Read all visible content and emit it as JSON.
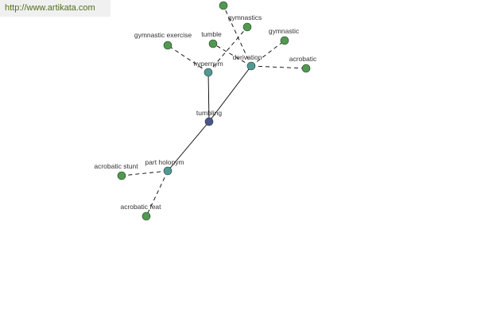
{
  "watermark": "http://www.artikata.com",
  "colors": {
    "root_node": "#4a5490",
    "relation_node": "#4f9a94",
    "word_node": "#4f9a4f",
    "solid_edge": "#000000",
    "dashed_edge": "#000000"
  },
  "nodes": [
    {
      "id": "tumbling",
      "label": "tumbling",
      "kind": "root"
    },
    {
      "id": "hypernym",
      "label": "hypernym",
      "kind": "relation"
    },
    {
      "id": "derivation",
      "label": "derivation",
      "kind": "relation"
    },
    {
      "id": "part_holonym",
      "label": "part holonym",
      "kind": "relation"
    },
    {
      "id": "gymnastic_exercise",
      "label": "gymnastic exercise",
      "kind": "word"
    },
    {
      "id": "tumble",
      "label": "tumble",
      "kind": "word"
    },
    {
      "id": "unlabeled_top",
      "label": "",
      "kind": "word"
    },
    {
      "id": "gymnastics",
      "label": "gymnastics",
      "kind": "word"
    },
    {
      "id": "gymnastic",
      "label": "gymnastic",
      "kind": "word"
    },
    {
      "id": "acrobatic",
      "label": "acrobatic",
      "kind": "word"
    },
    {
      "id": "acrobatic_stunt",
      "label": "acrobatic stunt",
      "kind": "word"
    },
    {
      "id": "acrobatic_feat",
      "label": "acrobatic feat",
      "kind": "word"
    }
  ],
  "edges": [
    {
      "from": "tumbling",
      "to": "hypernym",
      "style": "solid"
    },
    {
      "from": "tumbling",
      "to": "derivation",
      "style": "solid"
    },
    {
      "from": "tumbling",
      "to": "part_holonym",
      "style": "solid"
    },
    {
      "from": "hypernym",
      "to": "gymnastic_exercise",
      "style": "dashed"
    },
    {
      "from": "derivation",
      "to": "tumble",
      "style": "dashed"
    },
    {
      "from": "derivation",
      "to": "unlabeled_top",
      "style": "dashed"
    },
    {
      "from": "hypernym",
      "to": "gymnastics",
      "style": "dashed"
    },
    {
      "from": "derivation",
      "to": "gymnastic",
      "style": "dashed"
    },
    {
      "from": "derivation",
      "to": "acrobatic",
      "style": "dashed"
    },
    {
      "from": "part_holonym",
      "to": "acrobatic_stunt",
      "style": "dashed"
    },
    {
      "from": "part_holonym",
      "to": "acrobatic_feat",
      "style": "dashed"
    }
  ]
}
